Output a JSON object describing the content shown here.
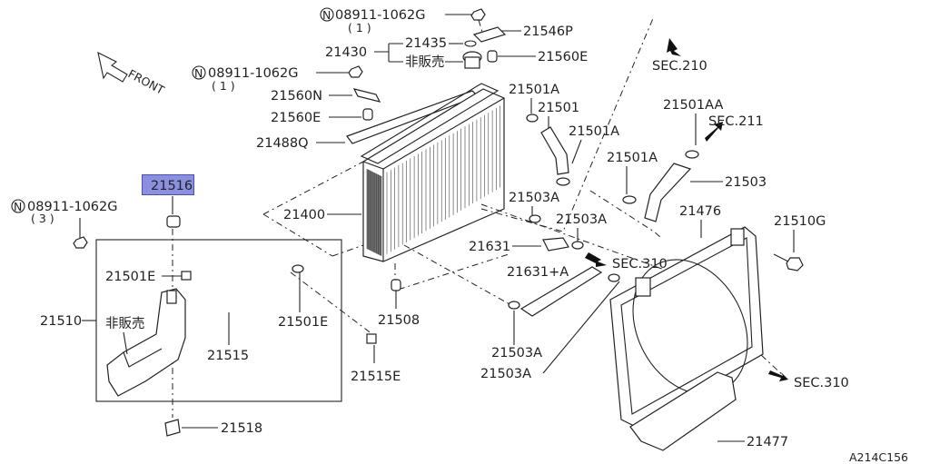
{
  "parts": {
    "p21400": "21400",
    "p21430": "21430",
    "p21435": "21435",
    "p21546P": "21546P",
    "p21560E_top": "21560E",
    "p21560N": "21560N",
    "p21560E_left": "21560E",
    "p21488Q": "21488Q",
    "p21516": "21516",
    "p21510": "21510",
    "p21501E_a": "21501E",
    "p21501E_b": "21501E",
    "p21515": "21515",
    "p21515E": "21515E",
    "p21518": "21518",
    "p21508": "21508",
    "p21631": "21631",
    "p21631A": "21631+A",
    "p21503A_1": "21503A",
    "p21503A_2": "21503A",
    "p21503A_3": "21503A",
    "p21503A_4": "21503A",
    "p21501A_1": "21501A",
    "p21501_mid": "21501",
    "p21501A_2": "21501A",
    "p21501A_3": "21501A",
    "p21501AA": "21501AA",
    "p21503": "21503",
    "p21476": "21476",
    "p21510G": "21510G",
    "p21477": "21477"
  },
  "nuts": {
    "nut_top": "08911-1062G",
    "nut_top_qty": "( 1 )",
    "nut_mid": "08911-1062G",
    "nut_mid_qty": "( 1 )",
    "nut_left": "08911-1062G",
    "nut_left_qty": "( 3 )",
    "n_symbol": "N"
  },
  "notes": {
    "not_for_sale_1": "非販売",
    "not_for_sale_2": "非販売"
  },
  "refs": {
    "sec210": "SEC.210",
    "sec211": "SEC.211",
    "sec310_a": "SEC.310",
    "sec310_b": "SEC.310"
  },
  "front_label": "FRONT",
  "diagram_id": "A214C156",
  "highlighted_part": "21516",
  "highlight_color": "#8b8fe0"
}
